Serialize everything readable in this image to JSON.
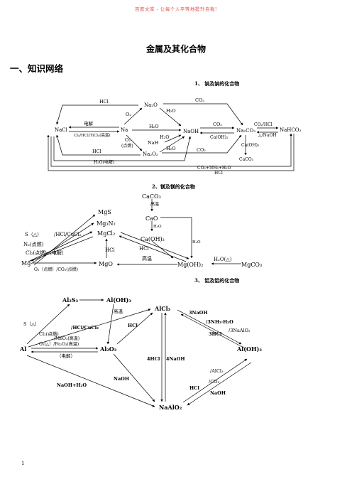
{
  "header": {
    "text": "百度文库 - 让每个人平等地提升自我!"
  },
  "doc": {
    "title": "金属及其化合物",
    "section": "一、知识网络",
    "page_number": "1"
  },
  "sodium": {
    "subtitle": "1、 钠及钠的化合物",
    "nodes": {
      "nacl": "NaCl",
      "na": "Na",
      "na2o": "Na₂O",
      "na2o2": "Na₂O₂",
      "naoh": "NaOH",
      "na2co3": "Na₂CO₃",
      "nahco3": "NaHCO₃",
      "caco3": "CaCO₃",
      "nah": "NaH"
    },
    "labels": {
      "hcl_top": "HCl",
      "o2": "O₂",
      "h2o_a": "H₂O",
      "co2_top": "CO₂",
      "dianjie": "电解",
      "reagents_left": "Cl₂/HCl/TiCl₄(高温)",
      "h2o_b": "H₂O",
      "co2_mid": "CO₂",
      "caoh2_a": "Ca(OH)₂",
      "co2_hcl": "CO₂/HCl",
      "heat_naoh": "△/NaOH",
      "h2o_c": "H₂O",
      "o2_b": "O₂",
      "dianran": "(点燃)",
      "hcl_bottom": "HCl",
      "h2o_d": "H₂O",
      "co2_bottom": "CO₂",
      "caoh2_b": "Ca(OH)₂",
      "h2o_electrolysis": "H₂O(电解)",
      "co2_nh3": "CO₂+NH₃+H₂O",
      "hcl_last": "HCl"
    }
  },
  "magnesium": {
    "subtitle": "2、镁及镁的化合物",
    "nodes": {
      "caco3": "CaCO₃",
      "cao": "CaO",
      "mgs": "MgS",
      "mg3n2": "Mg₃N₂",
      "mgcl2": "MgCl₂",
      "mg": "Mg",
      "mgo": "MgO",
      "caoh2": "Ca(OH)₂",
      "mgoh2": "Mg(OH)₂",
      "mgco3": "MgCO₃"
    },
    "labels": {
      "gaowen_a": "高温",
      "h2o_a": "H₂O",
      "s_heat": "S（△）",
      "reagents": "/HCl/CuCl₂",
      "n2": "N₂(点燃)",
      "cl2": "Cl₂(点燃)（电解）",
      "hcl_a": "HCl",
      "hcl_b": "HCl",
      "h2o_b": "H₂O",
      "gaowen_b": "高温",
      "o2_co2": "O₂（点燃）/CO₂(点燃)",
      "h2o_heat": "H₂O(△)"
    }
  },
  "aluminum": {
    "subtitle": "3、 铝及铝的化合物",
    "nodes": {
      "al2s3": "Al₂S₃",
      "aloh3_top": "Al(OH)₃",
      "alcl3": "AlCl₃",
      "al": "Al",
      "al2o3": "Al₂O₃",
      "aloh3_right": "Al(OH)₃",
      "naalo2": "NaAlO₂"
    },
    "labels": {
      "gaowen": "高温",
      "s_heat": "S（△）",
      "hcl_cucl2": "/HCl/CuCl₂",
      "hcl": "HCl",
      "cl2": "Cl₂(点燃)",
      "mno2": "/MnO₂(高温)",
      "o2": "O₂(△）/Fe₂O₃(高温)",
      "dianjie": "（电解）",
      "naoh3": "3NaOH",
      "nh3": "/3NH₃·H₂O",
      "naalo2_3": "/3NaAlO₂",
      "hcl3": "3HCl",
      "hcl4": "4HCl",
      "naoh4": "4NaOH",
      "naoh": "NaOH",
      "naoh_h2o": "NaOH+H₂O",
      "alcl3_label": "/AlCl₃",
      "co2": "/CO₂",
      "hcl_b": "HCl",
      "naoh_b": "NaOH"
    }
  }
}
